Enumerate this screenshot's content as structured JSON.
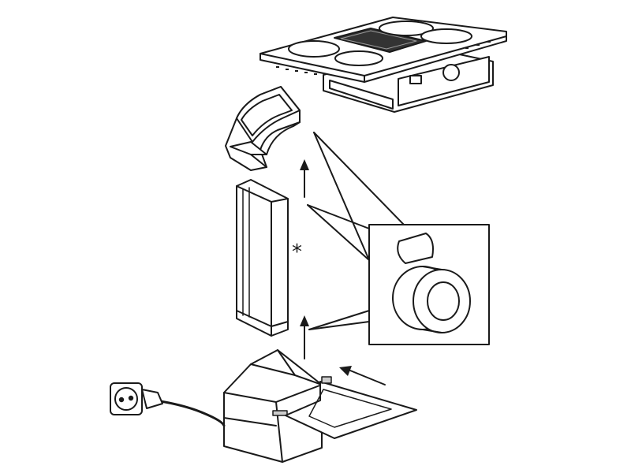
{
  "diagram": {
    "marker_symbol": "*",
    "line_color": "#1a1a1a",
    "fill_color": "#ffffff",
    "shade_color": "#d9d9d9",
    "dark_color": "#333333"
  },
  "components": [
    {
      "id": "cooktop",
      "icon": "induction-cooktop-with-downdraft-icon"
    },
    {
      "id": "elbow",
      "icon": "duct-elbow-bend-icon"
    },
    {
      "id": "duct",
      "icon": "straight-flat-duct-icon"
    },
    {
      "id": "filter",
      "icon": "plinth-filter-box-icon"
    },
    {
      "id": "tray",
      "icon": "filter-insert-tray-icon"
    },
    {
      "id": "plug",
      "icon": "power-socket-and-cord-icon"
    },
    {
      "id": "tape",
      "icon": "sealing-tape-roll-icon"
    }
  ]
}
